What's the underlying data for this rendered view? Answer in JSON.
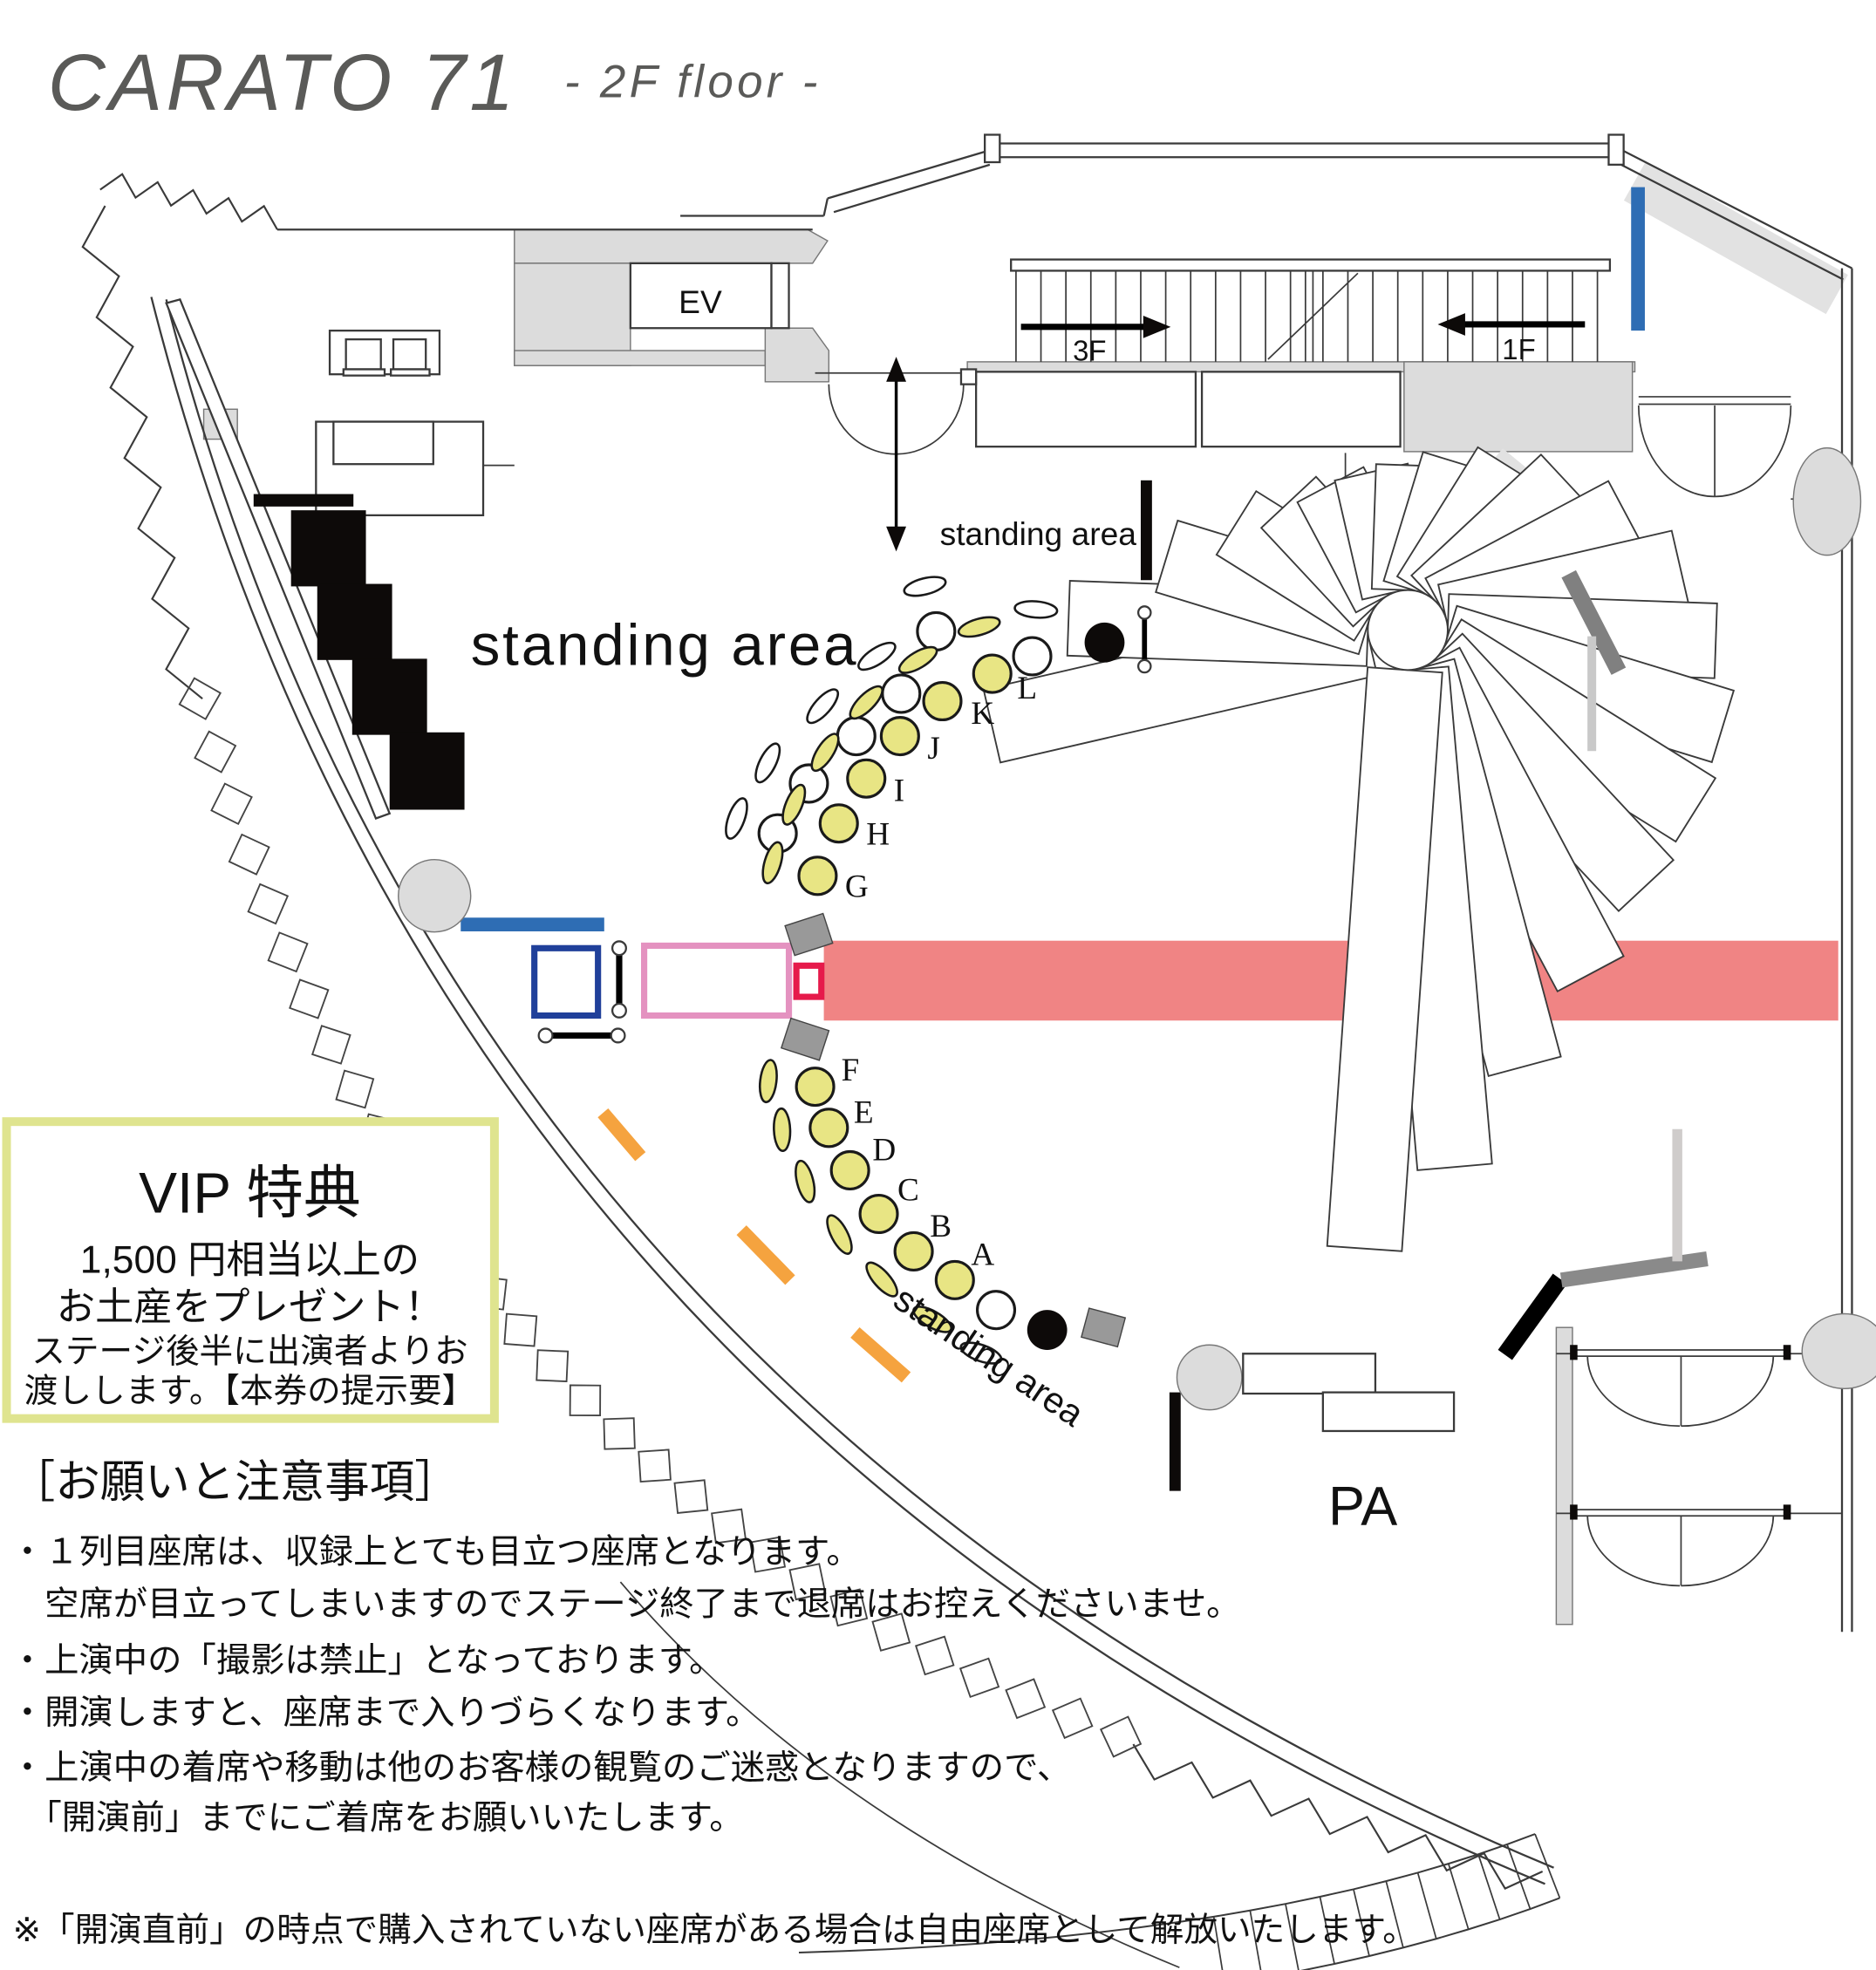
{
  "title": "CARATO 71",
  "subtitle": "- 2F floor -",
  "labels": {
    "ev": "EV",
    "floor3": "3F",
    "floor1": "1F",
    "pa": "PA",
    "standing": "standing area"
  },
  "seats": {
    "labels": [
      "A",
      "B",
      "C",
      "D",
      "E",
      "F",
      "G",
      "H",
      "I",
      "J",
      "K",
      "L"
    ]
  },
  "vip": {
    "title": "VIP 特典",
    "line1": "1,500 円相当以上の",
    "line2": "お土産をプレゼント！",
    "line3": "ステージ後半に出演者よりお",
    "line4": "渡しします。【本券の提示要】"
  },
  "notes": {
    "heading": "［お願いと注意事項］",
    "items": [
      "・１列目座席は、収録上とても目立つ座席となります。",
      "　空席が目立ってしまいますのでステージ終了まで退席はお控えくださいませ。",
      "・上演中の「撮影は禁止」となっております。",
      "・開演しますと、座席まで入りづらくなります。",
      "・上演中の着席や移動は他のお客様の観覧のご迷惑となりますので、",
      "　「開演前」までにご着席をお願いいたします。"
    ]
  },
  "footnote": "※「開演直前」の時点で購入されていない座席がある場合は自由座席として解放いたします。",
  "colors": {
    "stage": "#f08484",
    "seatYellow": "#e8e584",
    "standingText": "#f4a69e",
    "orangeBar": "#f5a33f",
    "blueBar": "#2e6db4",
    "navyBox": "#20409a",
    "pinkBox": "#e492c0",
    "crimsonBox": "#e61a4b",
    "vipBorder": "#dfe48f",
    "wallGray": "#dcdcdc",
    "titleGray": "#5a5a58"
  }
}
